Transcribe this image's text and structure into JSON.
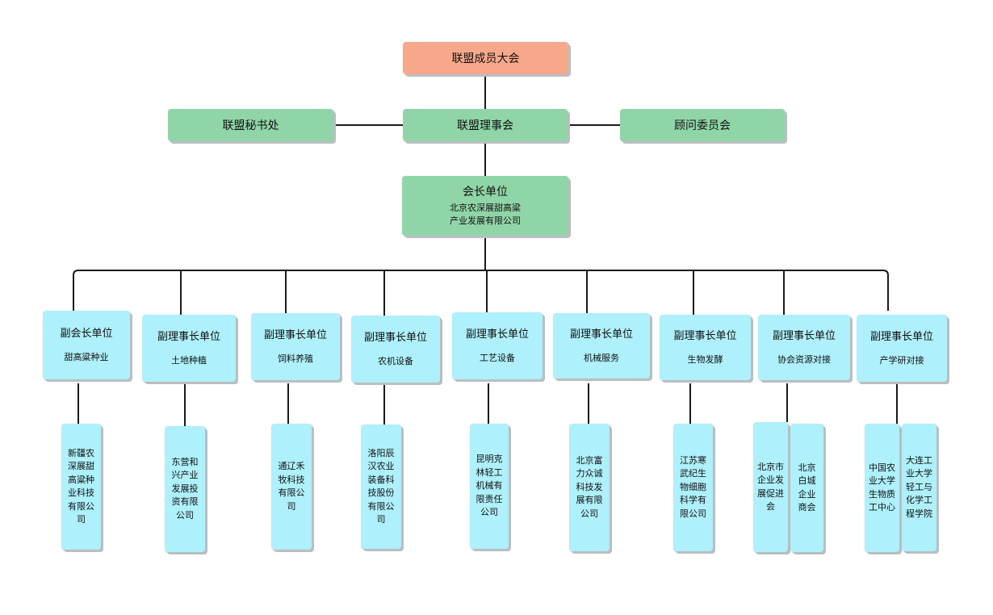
{
  "top": {
    "label": "联盟成员大会"
  },
  "council": {
    "label": "联盟理事会"
  },
  "secretariat": {
    "label": "联盟秘书处"
  },
  "advisory": {
    "label": "顾问委员会"
  },
  "president": {
    "title": "会长单位",
    "name": "北京农深展甜高粱 产业发展有限公司"
  },
  "units": [
    {
      "title": "副会长单位",
      "sub": "甜高粱种业",
      "members": [
        "新疆农深展甜高粱种业科技有限公司"
      ]
    },
    {
      "title": "副理事长单位",
      "sub": "土地种植",
      "members": [
        "东营和兴产业发展投资有限公司"
      ]
    },
    {
      "title": "副理事长单位",
      "sub": "饲料养殖",
      "members": [
        "通辽禾牧科技有限公司"
      ]
    },
    {
      "title": "副理事长单位",
      "sub": "农机设备",
      "members": [
        "洛阳辰汉农业装备科技股份有限公司"
      ]
    },
    {
      "title": "副理事长单位",
      "sub": "工艺设备",
      "members": [
        "昆明克林轻工机械有限责任公司"
      ]
    },
    {
      "title": "副理事长单位",
      "sub": "机械服务",
      "members": [
        "北京富力众诚科技发展有限公司"
      ]
    },
    {
      "title": "副理事长单位",
      "sub": "生物发酵",
      "members": [
        "江苏寒武纪生物细胞科学有限公司"
      ]
    },
    {
      "title": "副理事长单位",
      "sub": "协会资源对接",
      "members": [
        "北京市企业发展促进会",
        "北京白城企业商会"
      ]
    },
    {
      "title": "副理事长单位",
      "sub": "产学研对接",
      "members": [
        "中国农业大学生物质工中心",
        "大连工业大学轻工与化学工程学院"
      ]
    }
  ],
  "colors": {
    "top": "#f8a88a",
    "governance": "#90d5a8",
    "unit": "#aef0fb",
    "connector": "#1a1a1a"
  }
}
